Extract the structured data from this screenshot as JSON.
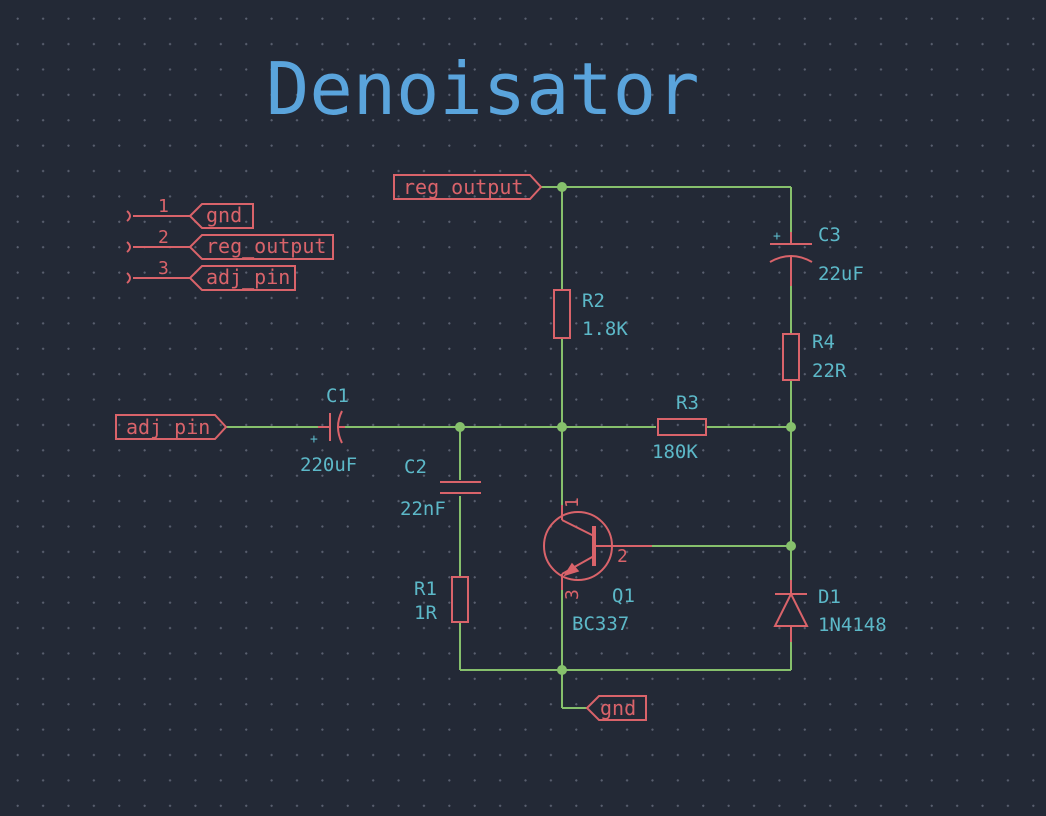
{
  "title": "Denoisator",
  "connector": {
    "pins": [
      {
        "number": "1",
        "label": "gnd"
      },
      {
        "number": "2",
        "label": "reg_output"
      },
      {
        "number": "3",
        "label": "adj_pin"
      }
    ]
  },
  "labels": {
    "reg_output": "reg_output",
    "adj_pin": "adj_pin",
    "gnd": "gnd"
  },
  "components": {
    "C1": {
      "ref": "C1",
      "value": "220uF"
    },
    "C2": {
      "ref": "C2",
      "value": "22nF"
    },
    "C3": {
      "ref": "C3",
      "value": "22uF"
    },
    "R1": {
      "ref": "R1",
      "value": "1R"
    },
    "R2": {
      "ref": "R2",
      "value": "1.8K"
    },
    "R3": {
      "ref": "R3",
      "value": "180K"
    },
    "R4": {
      "ref": "R4",
      "value": "22R"
    },
    "Q1": {
      "ref": "Q1",
      "value": "BC337",
      "pin1": "1",
      "pin2": "2",
      "pin3": "3"
    },
    "D1": {
      "ref": "D1",
      "value": "1N4148"
    }
  },
  "colors": {
    "background": "#232936",
    "wire": "#86c06c",
    "symbol": "#d9636a",
    "reference_text": "#5cb8c8",
    "title": "#5aa4dc"
  }
}
